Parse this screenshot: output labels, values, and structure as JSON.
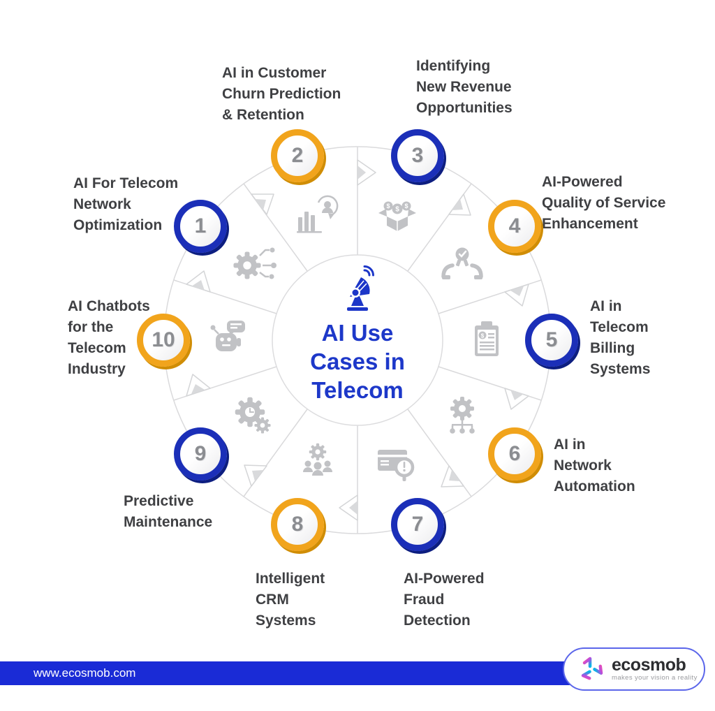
{
  "wheel": {
    "center": {
      "icon": "satellite-dish-icon",
      "title": "AI Use\nCases in\nTelecom"
    },
    "items": [
      {
        "number": "1",
        "label": "AI For Telecom\nNetwork\nOptimization",
        "ring": "blue",
        "icon": "network-optimization-gear-icon"
      },
      {
        "number": "2",
        "label": "AI in Customer\nChurn Prediction\n& Retention",
        "ring": "yellow",
        "icon": "churn-chart-person-icon"
      },
      {
        "number": "3",
        "label": "Identifying\nNew Revenue\nOpportunities",
        "ring": "blue",
        "icon": "revenue-box-coins-icon"
      },
      {
        "number": "4",
        "label": "AI-Powered\nQuality of Service\nEnhancement",
        "ring": "yellow",
        "icon": "quality-medal-hands-icon"
      },
      {
        "number": "5",
        "label": "AI in\nTelecom\nBilling\nSystems",
        "ring": "blue",
        "icon": "billing-clipboard-icon"
      },
      {
        "number": "6",
        "label": "AI in\nNetwork\nAutomation",
        "ring": "yellow",
        "icon": "network-automation-gear-icon"
      },
      {
        "number": "7",
        "label": "AI-Powered\nFraud\nDetection",
        "ring": "blue",
        "icon": "fraud-detection-magnifier-icon"
      },
      {
        "number": "8",
        "label": "Intelligent\nCRM\nSystems",
        "ring": "yellow",
        "icon": "crm-people-gear-icon"
      },
      {
        "number": "9",
        "label": "Predictive\nMaintenance",
        "ring": "blue",
        "icon": "predictive-maintenance-gears-clock-icon"
      },
      {
        "number": "10",
        "label": "AI Chatbots\nfor the\nTelecom\nIndustry",
        "ring": "yellow",
        "icon": "chatbot-robot-icon"
      }
    ]
  },
  "footer": {
    "website": "www.ecosmob.com",
    "brand": "ecosmob",
    "tagline": "makes your vision a reality"
  },
  "colors": {
    "ring_blue": "#1b2fb8",
    "ring_blue_shadow": "#0d1e80",
    "ring_yellow": "#f1a41c",
    "ring_yellow_shadow": "#d08d05",
    "center_blue": "#1d38c9",
    "footer_bar_blue": "#1a2bd6",
    "label_text": "#3f4043",
    "icon_gray": "#c1c2c5",
    "badge_number_gray": "#8b8d91"
  }
}
